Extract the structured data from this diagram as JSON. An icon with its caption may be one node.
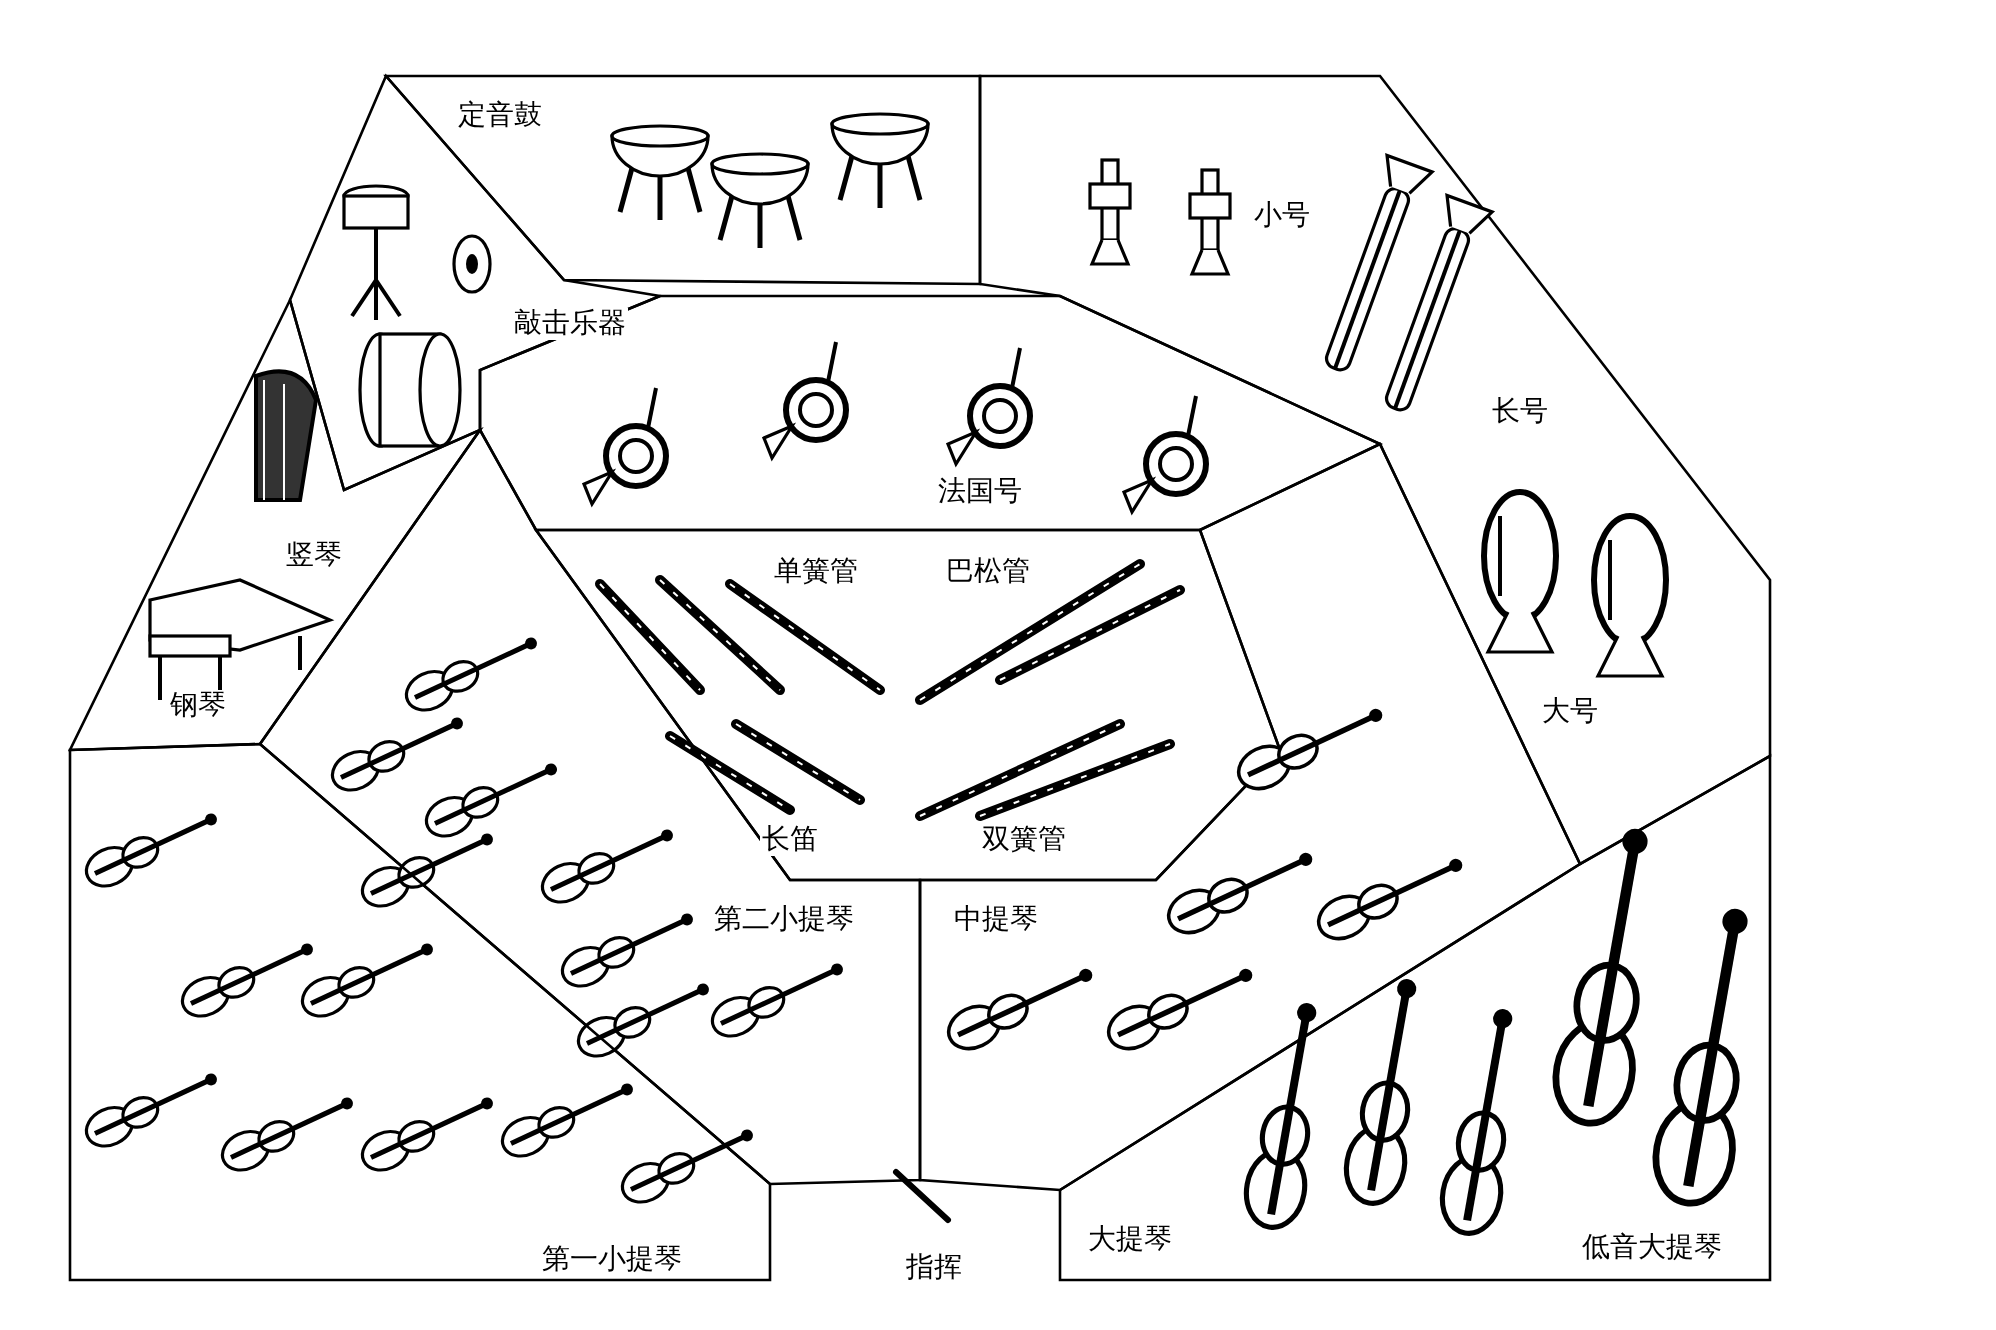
{
  "diagram": {
    "nodes": [
      {
        "text": [
          "定音鼓"
        ]
      },
      {
        "text": [
          "敲击乐器"
        ]
      },
      {
        "text": [
          "竖琴",
          "钢琴"
        ]
      },
      {
        "text": [
          "小号",
          "长号",
          "大号"
        ]
      },
      {
        "text": [
          "法国号"
        ]
      },
      {
        "text": [
          "单簧管",
          "巴松管",
          "长笛",
          "双簧管"
        ]
      },
      {
        "text": [
          "第二小提琴"
        ]
      },
      {
        "text": [
          "中提琴"
        ]
      },
      {
        "text": [
          "第一小提琴"
        ]
      },
      {
        "text": [
          "大提琴",
          "低音大提琴"
        ]
      },
      {
        "text": [
          "指挥"
        ]
      }
    ],
    "edges": []
  }
}
